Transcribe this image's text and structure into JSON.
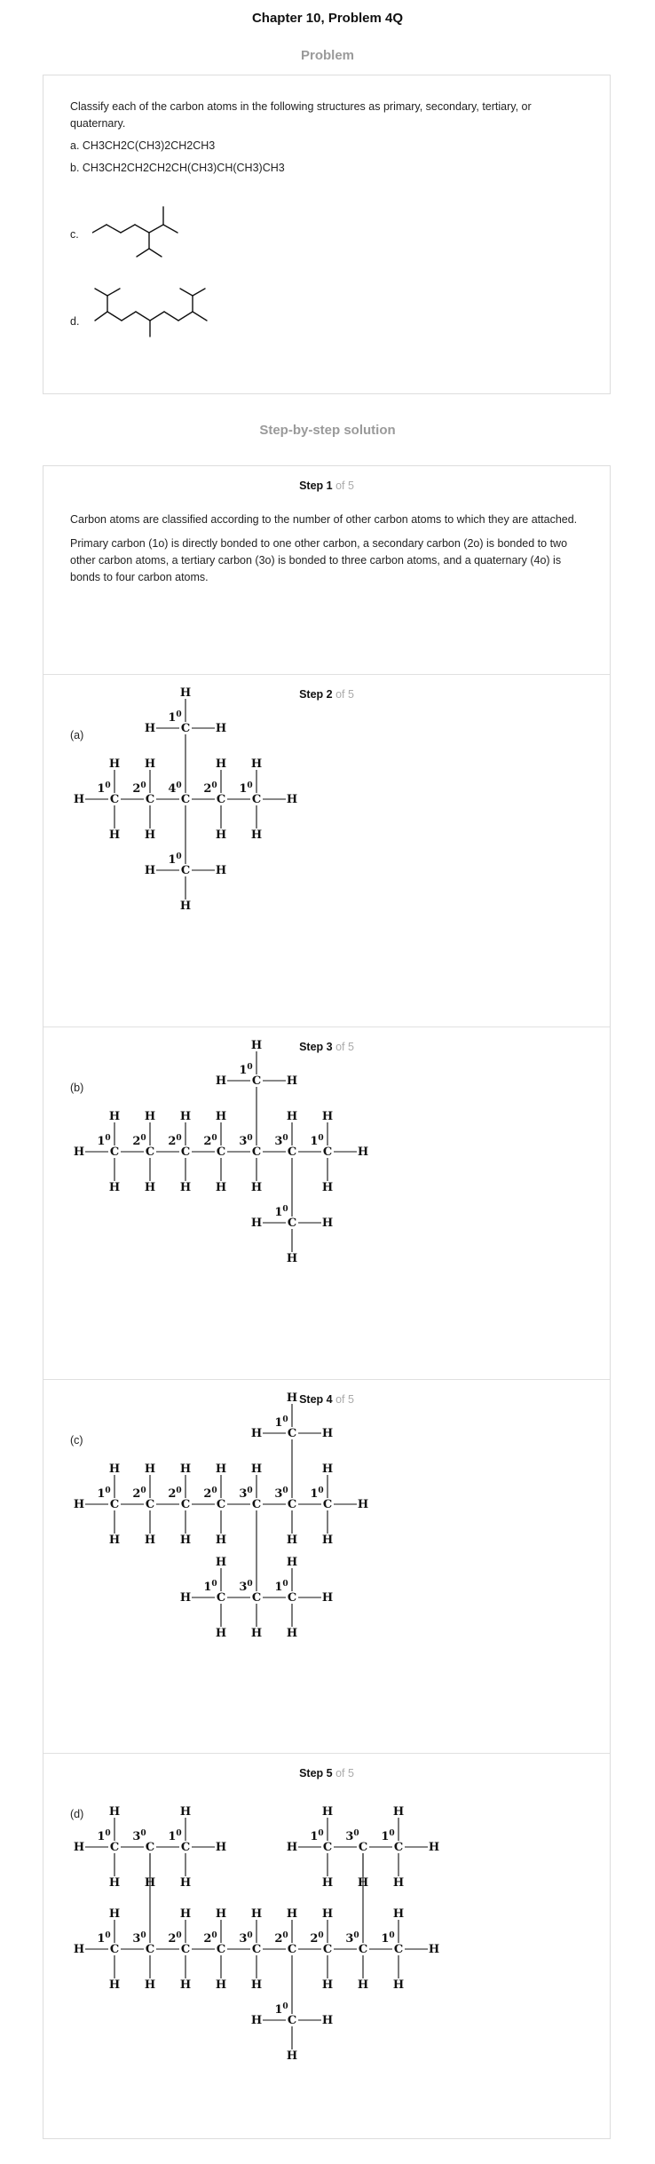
{
  "page": {
    "title": "Chapter 10, Problem 4Q"
  },
  "problem": {
    "heading": "Problem",
    "text": "Classify each of the carbon atoms in the following structures as primary, secondary, tertiary, or quaternary.",
    "items": [
      {
        "label": "a. CH3CH2C(CH3)2CH2CH3"
      },
      {
        "label": "b. CH3CH2CH2CH2CH(CH3)CH(CH3)CH3"
      },
      {
        "label": "c."
      },
      {
        "label": "d."
      }
    ]
  },
  "solution": {
    "heading": "Step-by-step solution",
    "of_total": "of 5",
    "steps": [
      {
        "label": "Step 1",
        "p1": "Carbon atoms are classified according to the number of other carbon atoms to which they are attached.",
        "p2": "Primary carbon (1o) is directly bonded to one other carbon, a secondary carbon (2o) is bonded to two other carbon atoms, a tertiary carbon (3o) is bonded to three carbon atoms, and a quaternary (4o) is bonds to four carbon atoms."
      },
      {
        "label": "Step 2",
        "part": "(a)"
      },
      {
        "label": "Step 3",
        "part": "(b)"
      },
      {
        "label": "Step 4",
        "part": "(c)"
      },
      {
        "label": "Step 5",
        "part": "(d)"
      }
    ]
  },
  "structures": {
    "a": {
      "rows": [
        {
          "classes": [
            "1",
            "2",
            "4",
            "2",
            "1"
          ],
          "top_h": [
            true,
            true,
            false,
            true,
            true
          ],
          "bottom_h": [
            true,
            true,
            false,
            true,
            true
          ]
        }
      ],
      "branches": [
        {
          "attach": 2,
          "dir": "up",
          "cls": "1"
        },
        {
          "attach": 2,
          "dir": "down",
          "cls": "1"
        }
      ]
    },
    "b": {
      "rows": [
        {
          "classes": [
            "1",
            "2",
            "2",
            "2",
            "3",
            "3",
            "1"
          ],
          "top_h": [
            true,
            true,
            true,
            true,
            false,
            true,
            true
          ],
          "bottom_h": [
            true,
            true,
            true,
            true,
            true,
            false,
            true
          ]
        }
      ],
      "branches": [
        {
          "attach": 4,
          "dir": "up",
          "cls": "1"
        },
        {
          "attach": 5,
          "dir": "down",
          "cls": "1"
        }
      ]
    },
    "c": {
      "rows": [
        {
          "classes": [
            "1",
            "2",
            "2",
            "2",
            "3",
            "3",
            "1"
          ],
          "top_h": [
            true,
            true,
            true,
            true,
            true,
            false,
            true
          ],
          "bottom_h": [
            true,
            true,
            true,
            true,
            false,
            true,
            true
          ]
        }
      ],
      "branches": [
        {
          "attach": 5,
          "dir": "up",
          "cls": "1"
        }
      ],
      "sub_chain": {
        "attach": 4,
        "classes": [
          "1",
          "3",
          "1"
        ]
      }
    },
    "d": {
      "main": {
        "classes": [
          "1",
          "3",
          "2",
          "2",
          "3",
          "2",
          "2",
          "3",
          "1"
        ]
      },
      "upper_left": {
        "classes": [
          "1",
          "3",
          "1"
        ]
      },
      "upper_right": {
        "classes": [
          "1",
          "3",
          "1"
        ]
      },
      "branch": {
        "attach": 5,
        "cls": "1"
      }
    }
  }
}
